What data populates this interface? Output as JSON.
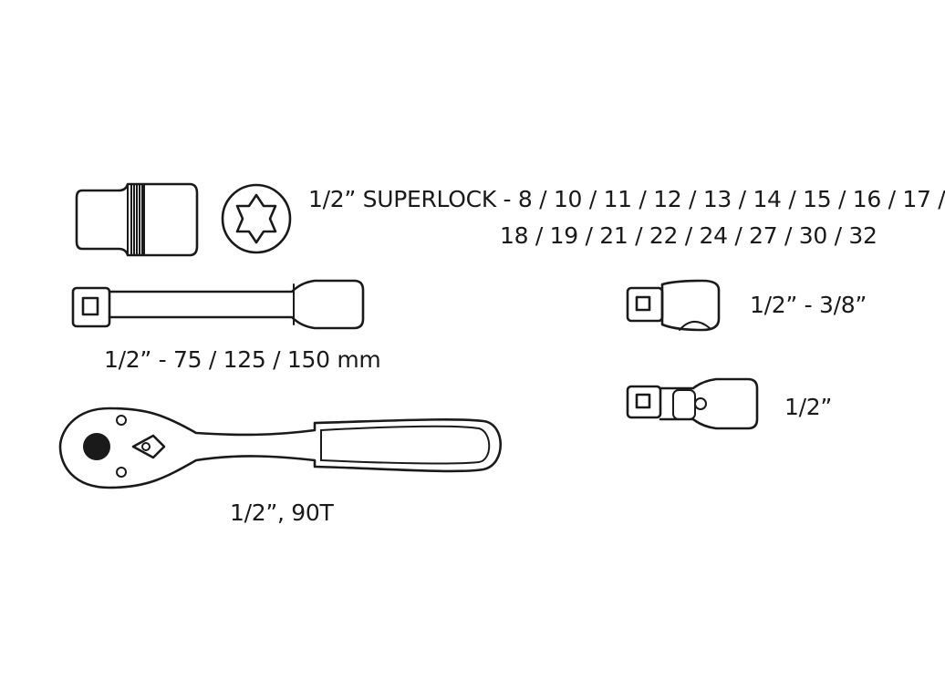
{
  "labels": {
    "socket_line1": "1/2” SUPERLOCK - 8 / 10 / 11 / 12 / 13 / 14 / 15 / 16 / 17 /",
    "socket_line2": "18 / 19 / 21 / 22 / 24 / 27 / 30 / 32",
    "extension": "1/2” -  75 / 125 / 150 mm",
    "ratchet": "1/2”, 90T",
    "adapter": "1/2” - 3/8”",
    "universal_joint": "1/2”"
  }
}
